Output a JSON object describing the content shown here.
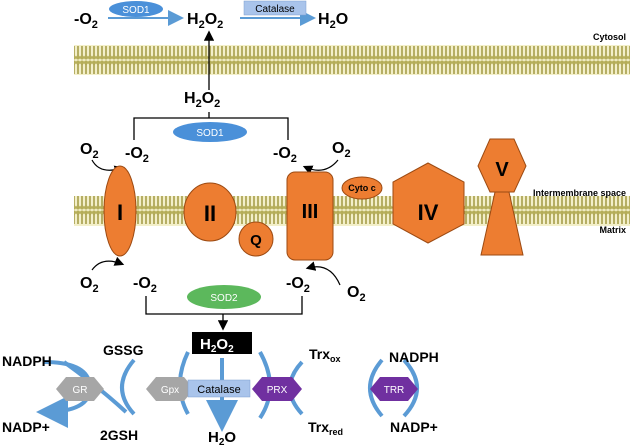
{
  "cytosol": {
    "superoxide": "-O",
    "superoxide_sub": "2",
    "sod1": "SOD1",
    "catalase": "Catalase",
    "h2o2_a": "H",
    "h2o2_b": "2",
    "h2o2_c": "O",
    "h2o2_d": "2",
    "water_a": "H",
    "water_b": "2",
    "water_c": "O",
    "label": "Cytosol"
  },
  "membrane": {
    "h2o2_a": "H",
    "h2o2_b": "2",
    "h2o2_c": "O",
    "h2o2_d": "2",
    "sod1": "SOD1",
    "o2_left": "O",
    "o2_left_sub": "2",
    "sup_left": "-O",
    "sup_left_sub": "2",
    "sup_right": "-O",
    "sup_right_sub": "2",
    "o2_right": "O",
    "o2_right_sub": "2",
    "intermembrane_label": "Intermembrane space",
    "matrix_label": "Matrix"
  },
  "complexes": {
    "c1": "I",
    "c2": "II",
    "q": "Q",
    "c3": "III",
    "cytoc": "Cyto c",
    "c4": "IV",
    "c5": "V"
  },
  "matrix": {
    "o2_left": "O",
    "o2_left_sub": "2",
    "sup_left": "-O",
    "sup_left_sub": "2",
    "sup_right": "-O",
    "sup_right_sub": "2",
    "o2_right": "O",
    "o2_right_sub": "2",
    "sod2": "SOD2",
    "h2o2_a": "H",
    "h2o2_b": "2",
    "h2o2_c": "O",
    "h2o2_d": "2"
  },
  "antioxidants": {
    "nadph_left": "NADPH",
    "nadp_left": "NADP+",
    "gr": "GR",
    "gssg": "GSSG",
    "gsh": "2GSH",
    "gpx": "Gpx",
    "catalase": "Catalase",
    "water_a": "H",
    "water_b": "2",
    "water_c": "O",
    "prx": "PRX",
    "trx_ox": "Trx",
    "trx_ox_sub": "ox",
    "trx_red": "Trx",
    "trx_red_sub": "red",
    "trr": "TRR",
    "nadph_right": "NADPH",
    "nadp_right": "NADP+"
  },
  "colors": {
    "orange": "#ed7d31",
    "blue_pill": "#4a90d9",
    "green_pill": "#5cb85c",
    "gray_hex": "#a6a6a6",
    "purple_hex": "#7030a0",
    "membrane": "#d9d196",
    "arrow_blue": "#5b9bd5"
  }
}
